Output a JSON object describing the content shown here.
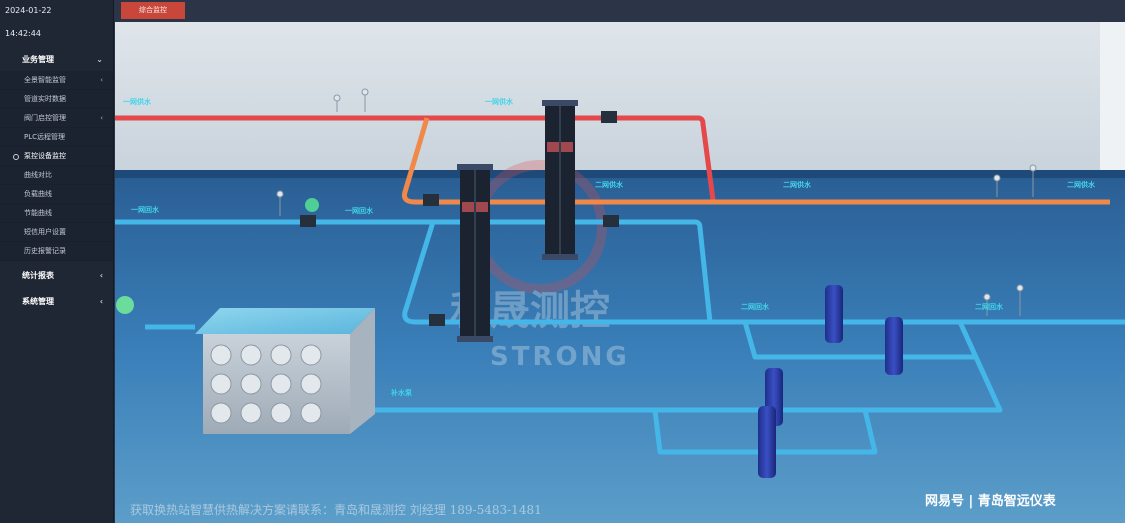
{
  "header": {
    "date": "2024-01-22",
    "time": "14:42:44",
    "top_button_label": "综合监控"
  },
  "sidebar": {
    "groups": [
      {
        "label": "业务管理",
        "items": [
          {
            "label": "全景智能监管"
          },
          {
            "label": "管道实时数据"
          },
          {
            "label": "阀门启控管理"
          },
          {
            "label": "PLC远程管理"
          },
          {
            "label": "泵控设备监控"
          },
          {
            "label": "曲线对比"
          },
          {
            "label": "负载曲线"
          },
          {
            "label": "节能曲线"
          },
          {
            "label": "短信用户设置"
          },
          {
            "label": "历史报警记录"
          }
        ]
      },
      {
        "label": "统计报表"
      },
      {
        "label": "系统管理"
      }
    ]
  },
  "scene": {
    "pipe_labels": {
      "primary_supply": "一网供水",
      "primary_return": "一网回水",
      "secondary_supply": "二网供水",
      "secondary_return": "二网回水",
      "makeup_water": "补水泵"
    },
    "watermark": {
      "brand_cn": "和晟测控",
      "brand_en": "STRONG"
    },
    "footer_contact": "获取换热站智慧供热解决方案请联系：青岛和晟测控 刘经理 189-5483-1481",
    "source_tag": "网易号 | 青岛智远仪表"
  },
  "colors": {
    "hot_pipe": "#e5484a",
    "warm_pipe": "#f0884a",
    "cool_pipe": "#45b6e8",
    "label_cyan": "#43d4ea",
    "floor": "#2d6aa3",
    "wall": "#d9e0e7",
    "top_button": "#c8463a"
  }
}
